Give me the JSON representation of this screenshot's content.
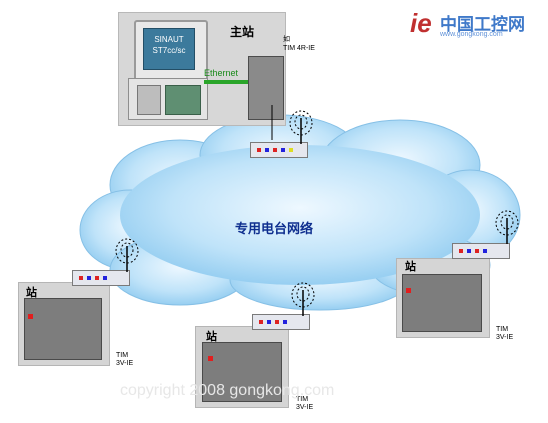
{
  "master": {
    "title": "主站",
    "screen_line1": "SINAUT",
    "screen_line2": "ST7cc/sc",
    "ethernet": "Ethernet",
    "tim": "TIM 4R-IE",
    "tim_small": "如"
  },
  "network": {
    "title": "专用电台网络"
  },
  "stations": [
    {
      "title": "站",
      "tim_line1": "TIM",
      "tim_line2": "3V-IE"
    },
    {
      "title": "站",
      "tim_line1": "TIM",
      "tim_line2": "3V-IE"
    },
    {
      "title": "站",
      "tim_line1": "TIM",
      "tim_line2": "3V-IE"
    }
  ],
  "logo": {
    "name": "中国工控网",
    "url": "www.gongkong.com"
  },
  "copyright": "copyright 2008 gongkong.com",
  "colors": {
    "cloud": "#a9d8f5",
    "ethernet": "#2aa52a",
    "title": "#0f2f8f"
  }
}
